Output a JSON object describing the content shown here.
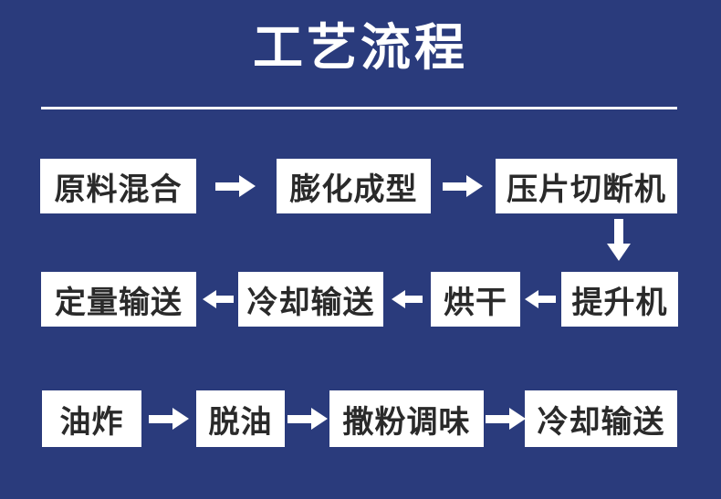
{
  "title": "工艺流程",
  "colors": {
    "background": "#2A3B7C",
    "box_background": "#FFFFFF",
    "box_text": "#2A2A2A",
    "divider": "#FFFFFF",
    "arrow": "#FFFFFF"
  },
  "rows": [
    {
      "direction": "right",
      "boxes": [
        "原料混合",
        "膨化成型",
        "压片切断机"
      ]
    },
    {
      "direction": "left",
      "boxes": [
        "定量输送",
        "冷却输送",
        "烘干",
        "提升机"
      ]
    },
    {
      "direction": "right",
      "boxes": [
        "油炸",
        "脱油",
        "撒粉调味",
        "冷却输送"
      ]
    }
  ]
}
